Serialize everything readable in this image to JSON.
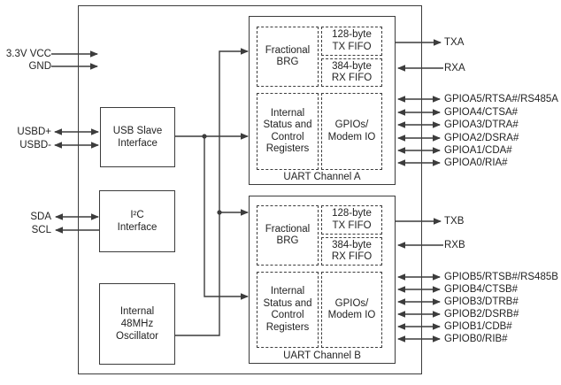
{
  "diagram": {
    "colors": {
      "line": "#3c3c3c",
      "text": "#232323",
      "background": "#ffffff"
    },
    "blocks": {
      "usb": {
        "line1": "USB Slave",
        "line2": "Interface"
      },
      "i2c": {
        "line1": "I²C",
        "line2": "Interface"
      },
      "osc": {
        "line1": "Internal",
        "line2": "48MHz",
        "line3": "Oscillator"
      },
      "channel_a": {
        "label": "UART Channel A",
        "brg": {
          "line1": "Fractional",
          "line2": "BRG"
        },
        "tx_fifo": {
          "line1": "128-byte",
          "line2": "TX FIFO"
        },
        "rx_fifo": {
          "line1": "384-byte",
          "line2": "RX FIFO"
        },
        "registers": {
          "line1": "Internal",
          "line2": "Status and",
          "line3": "Control",
          "line4": "Registers"
        },
        "gpio": {
          "line1": "GPIOs/",
          "line2": "Modem IO"
        }
      },
      "channel_b": {
        "label": "UART Channel B",
        "brg": {
          "line1": "Fractional",
          "line2": "BRG"
        },
        "tx_fifo": {
          "line1": "128-byte",
          "line2": "TX FIFO"
        },
        "rx_fifo": {
          "line1": "384-byte",
          "line2": "RX FIFO"
        },
        "registers": {
          "line1": "Internal",
          "line2": "Status and",
          "line3": "Control",
          "line4": "Registers"
        },
        "gpio": {
          "line1": "GPIOs/",
          "line2": "Modem IO"
        }
      }
    },
    "pins": {
      "left": [
        {
          "label": "3.3V VCC",
          "direction": "in"
        },
        {
          "label": "GND",
          "direction": "in"
        },
        {
          "label": "USBD+",
          "direction": "bidirectional"
        },
        {
          "label": "USBD-",
          "direction": "bidirectional"
        },
        {
          "label": "SDA",
          "direction": "bidirectional"
        },
        {
          "label": "SCL",
          "direction": "out"
        }
      ],
      "right_a": [
        {
          "label": "TXA",
          "direction": "out"
        },
        {
          "label": "RXA",
          "direction": "in"
        },
        {
          "label": "GPIOA5/RTSA#/RS485A",
          "direction": "bidirectional"
        },
        {
          "label": "GPIOA4/CTSA#",
          "direction": "bidirectional"
        },
        {
          "label": "GPIOA3/DTRA#",
          "direction": "bidirectional"
        },
        {
          "label": "GPIOA2/DSRA#",
          "direction": "bidirectional"
        },
        {
          "label": "GPIOA1/CDA#",
          "direction": "bidirectional"
        },
        {
          "label": "GPIOA0/RIA#",
          "direction": "bidirectional"
        }
      ],
      "right_b": [
        {
          "label": "TXB",
          "direction": "out"
        },
        {
          "label": "RXB",
          "direction": "in"
        },
        {
          "label": "GPIOB5/RTSB#/RS485B",
          "direction": "bidirectional"
        },
        {
          "label": "GPIOB4/CTSB#",
          "direction": "bidirectional"
        },
        {
          "label": "GPIOB3/DTRB#",
          "direction": "bidirectional"
        },
        {
          "label": "GPIOB2/DSRB#",
          "direction": "bidirectional"
        },
        {
          "label": "GPIOB1/CDB#",
          "direction": "bidirectional"
        },
        {
          "label": "GPIOB0/RIB#",
          "direction": "bidirectional"
        }
      ]
    }
  }
}
